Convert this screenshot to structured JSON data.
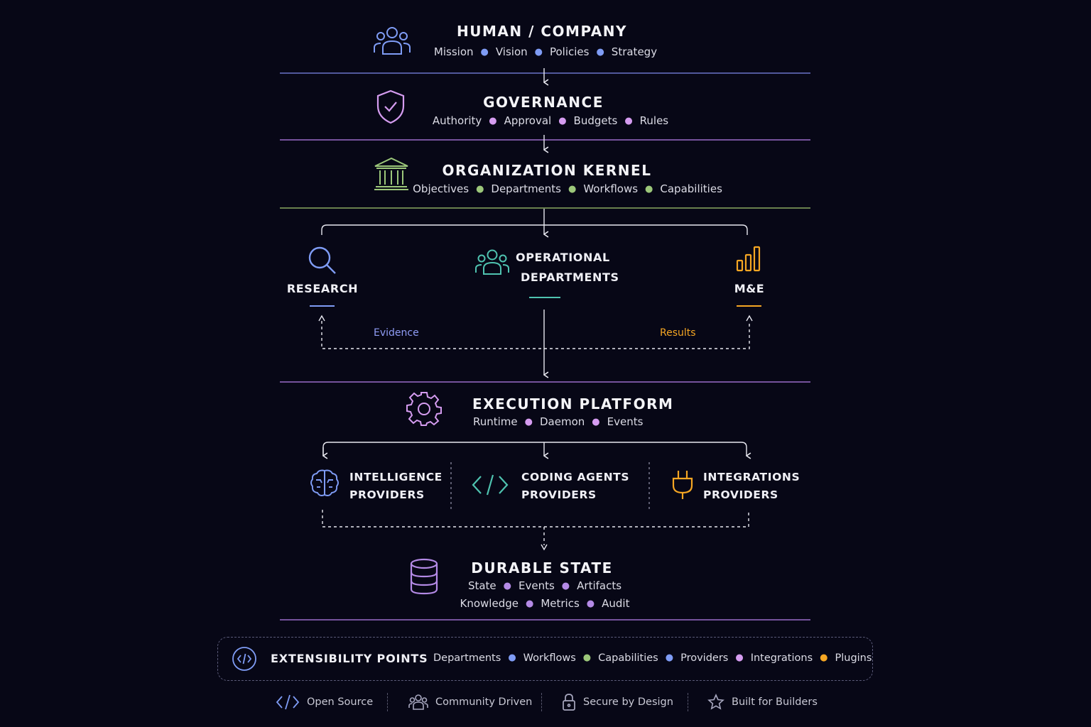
{
  "layers": {
    "human": {
      "title": "HUMAN / COMPANY",
      "items": [
        "Mission",
        "Vision",
        "Policies",
        "Strategy"
      ],
      "color": "#7f9cf5",
      "icon": "people-icon"
    },
    "governance": {
      "title": "GOVERNANCE",
      "items": [
        "Authority",
        "Approval",
        "Budgets",
        "Rules"
      ],
      "color": "#d59cf0",
      "icon": "shield-check-icon"
    },
    "kernel": {
      "title": "ORGANIZATION KERNEL",
      "items": [
        "Objectives",
        "Departments",
        "Workflows",
        "Capabilities"
      ],
      "color": "#9cc77a",
      "icon": "institution-icon"
    },
    "departments": {
      "research": {
        "label": "RESEARCH",
        "color": "#7f9cf5",
        "icon": "search-icon"
      },
      "operational": {
        "label_line1": "OPERATIONAL",
        "label_line2": "DEPARTMENTS",
        "color": "#4fc3b0",
        "icon": "team-icon"
      },
      "me": {
        "label": "M&E",
        "color": "#f5a623",
        "icon": "bar-chart-icon"
      },
      "evidence_label": "Evidence",
      "results_label": "Results",
      "evidence_color": "#8f9cf5",
      "results_color": "#f5a623"
    },
    "execution": {
      "title": "EXECUTION PLATFORM",
      "items": [
        "Runtime",
        "Daemon",
        "Events"
      ],
      "color": "#d59cf0",
      "icon": "gear-icon"
    },
    "providers": [
      {
        "line1": "INTELLIGENCE",
        "line2": "PROVIDERS",
        "color": "#7f9cf5",
        "icon": "brain-icon"
      },
      {
        "line1": "CODING AGENTS",
        "line2": "PROVIDERS",
        "color": "#4fc3b0",
        "icon": "code-icon"
      },
      {
        "line1": "INTEGRATIONS",
        "line2": "PROVIDERS",
        "color": "#f5a623",
        "icon": "plug-icon"
      }
    ],
    "durable": {
      "title": "DURABLE STATE",
      "items_row1": [
        "State",
        "Events",
        "Artifacts"
      ],
      "items_row2": [
        "Knowledge",
        "Metrics",
        "Audit"
      ],
      "color": "#b48ae6",
      "icon": "database-icon"
    }
  },
  "extensibility": {
    "title": "EXTENSIBILITY POINTS",
    "items": [
      "Departments",
      "Workflows",
      "Capabilities",
      "Providers",
      "Integrations",
      "Plugins"
    ],
    "dot_colors": [
      "#7f9cf5",
      "#9cc77a",
      "#7f9cf5",
      "#d59cf0",
      "#f5a623"
    ],
    "icon": "code-circle-icon"
  },
  "footer": [
    {
      "label": "Open Source",
      "icon": "code-icon"
    },
    {
      "label": "Community Driven",
      "icon": "people-icon"
    },
    {
      "label": "Secure by Design",
      "icon": "lock-icon"
    },
    {
      "label": "Built for Builders",
      "icon": "star-icon"
    }
  ]
}
